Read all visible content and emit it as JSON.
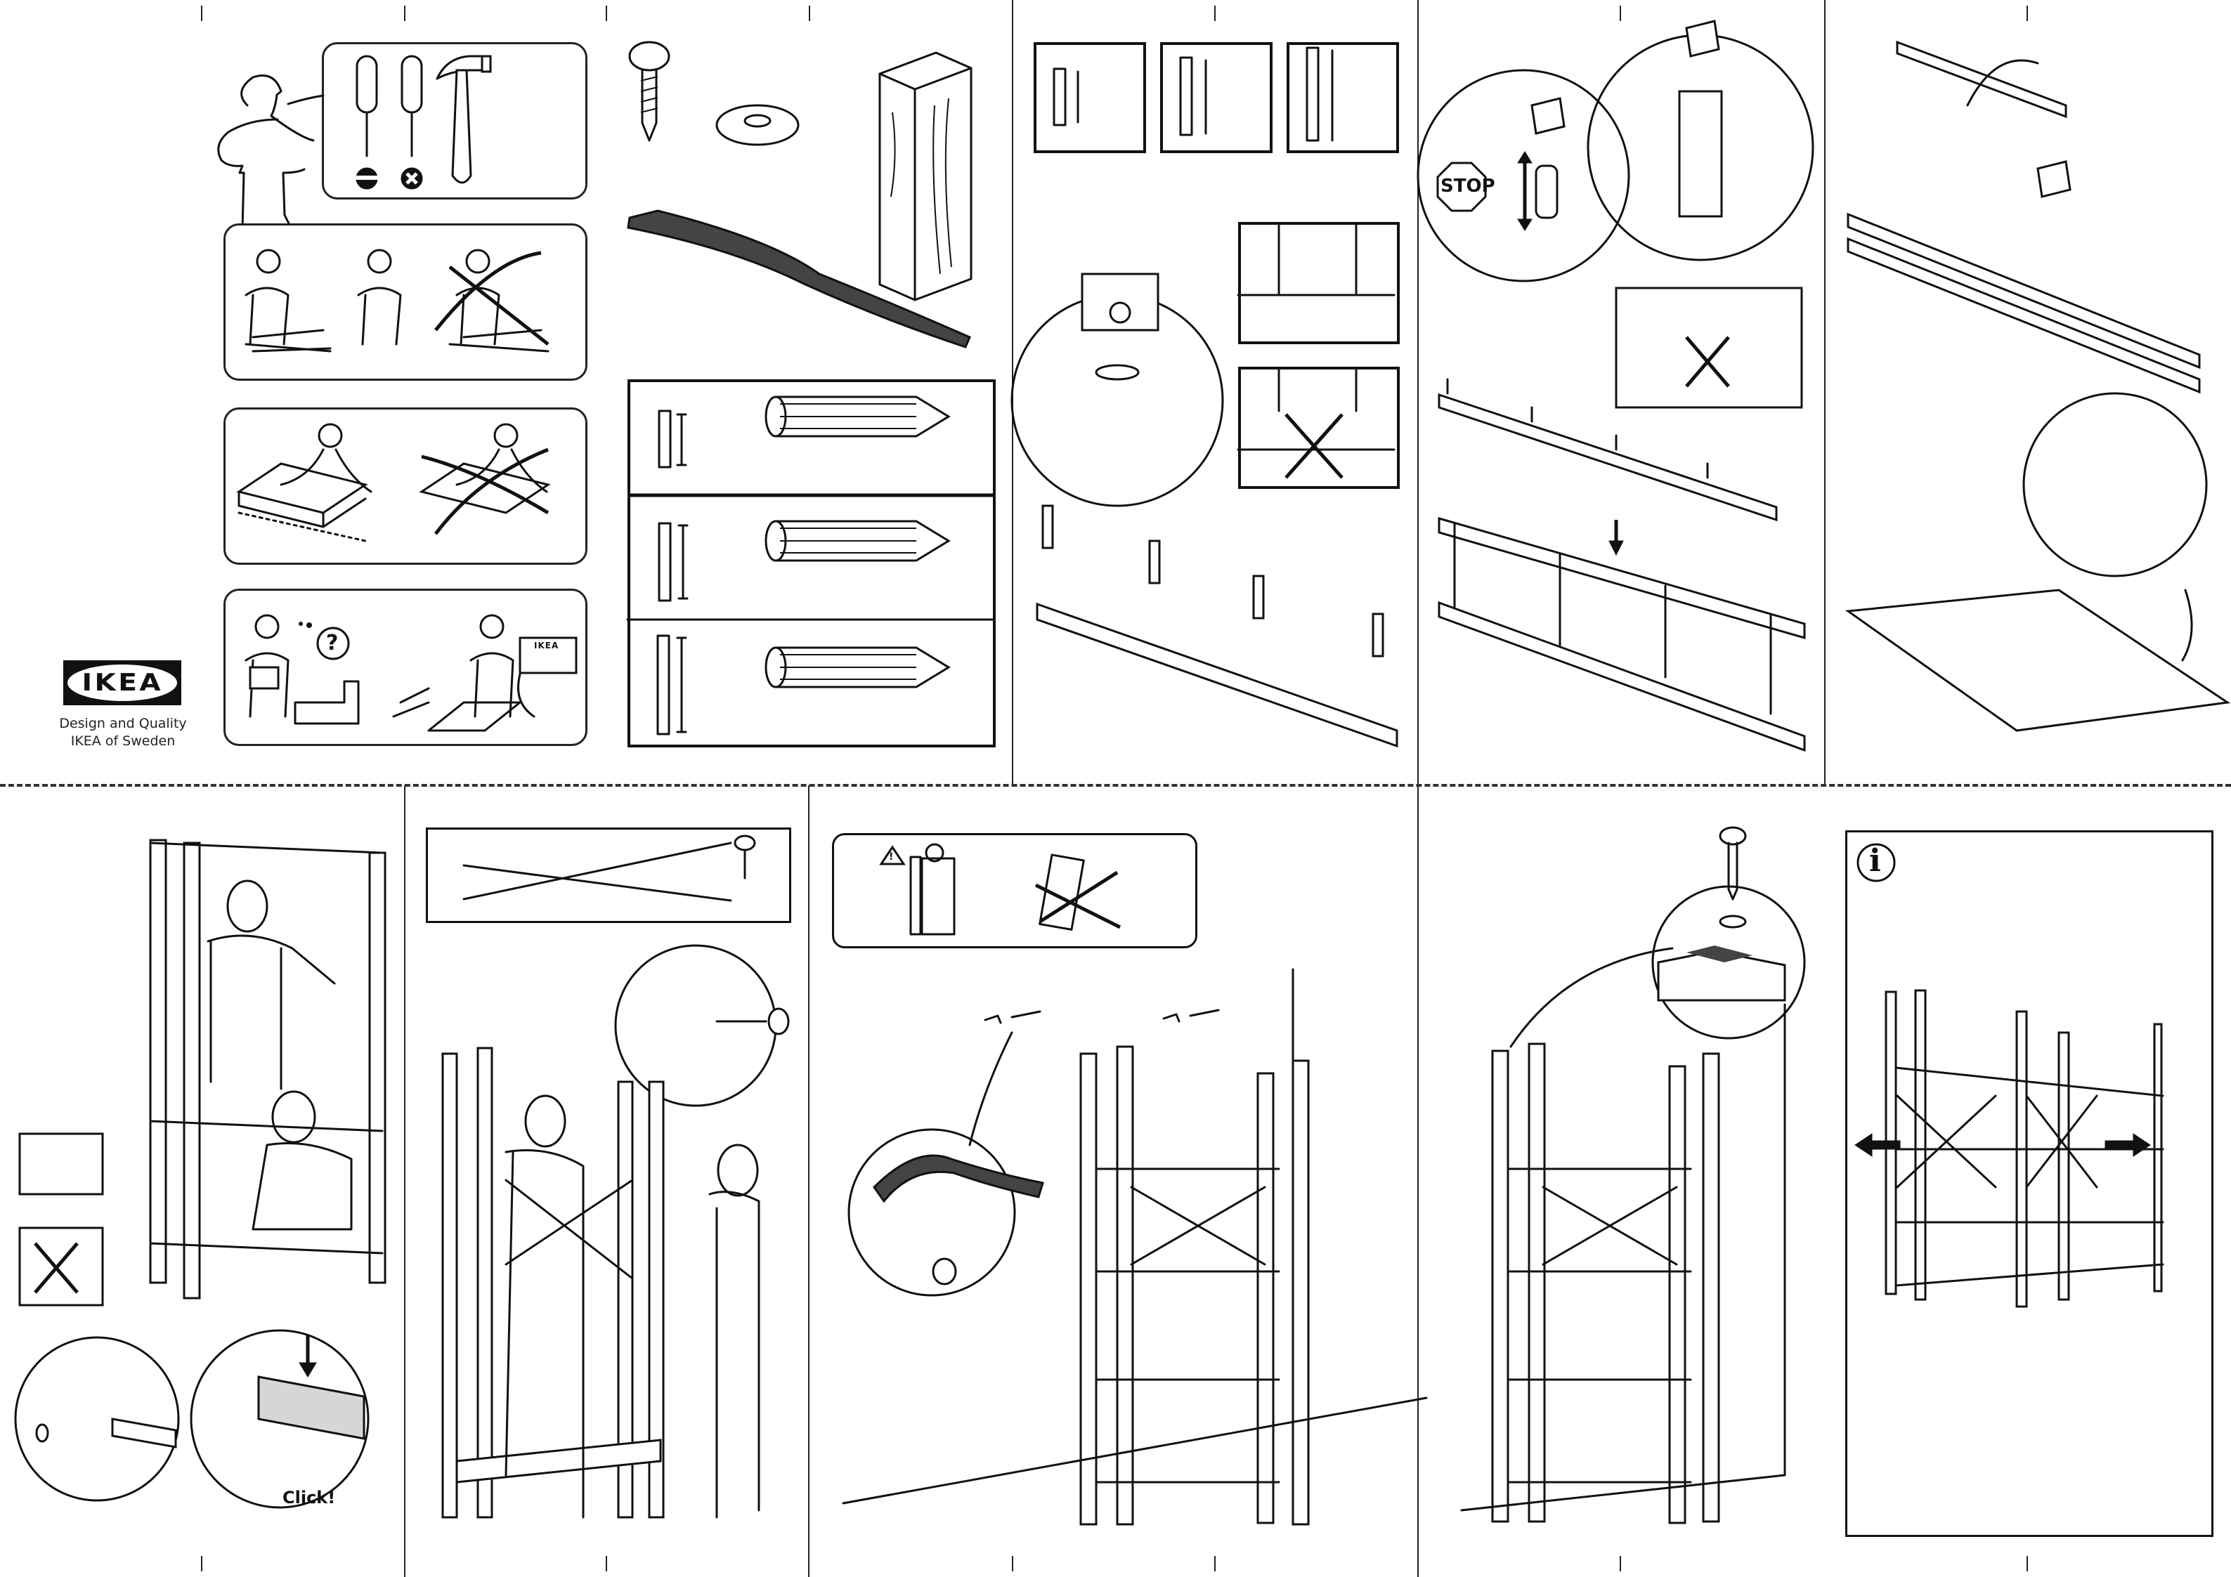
{
  "document": {
    "type": "assembly-instructions",
    "brand": {
      "logo_text": "IKEA",
      "tagline_line1": "Design and Quality",
      "tagline_line2": "IKEA of Sweden"
    },
    "tools_required": [
      {
        "name": "flat-head screwdriver",
        "icon": "flathead-screwdriver-icon"
      },
      {
        "name": "phillips screwdriver",
        "icon": "phillips-screwdriver-icon"
      },
      {
        "name": "hammer",
        "icon": "hammer-icon"
      }
    ],
    "guidance_panels": [
      {
        "id": "two-people",
        "description": "Assemble with two people, not one"
      },
      {
        "id": "soft-surface",
        "description": "Assemble on a soft surface, not a hard floor"
      },
      {
        "id": "help-question",
        "question_mark": "?",
        "store_label": "IKEA",
        "description": "Contact IKEA store if in doubt"
      }
    ],
    "parts": [
      "screw",
      "washer",
      "wooden block",
      "wall strap"
    ],
    "frame_sizes": [
      "small",
      "medium",
      "large"
    ],
    "labels": {
      "stop": "STOP",
      "click": "Click!",
      "warning_symbol": "!",
      "info_symbol": "i"
    },
    "steps": [
      {
        "id": "step-frame-heights"
      },
      {
        "id": "step-insert-dowels"
      },
      {
        "id": "step-attach-rails"
      },
      {
        "id": "step-fit-shelf"
      },
      {
        "id": "step-raise-frame"
      },
      {
        "id": "step-cross-braces"
      },
      {
        "id": "step-wall-attach"
      },
      {
        "id": "step-top-screw"
      },
      {
        "id": "step-combine-units"
      }
    ]
  }
}
